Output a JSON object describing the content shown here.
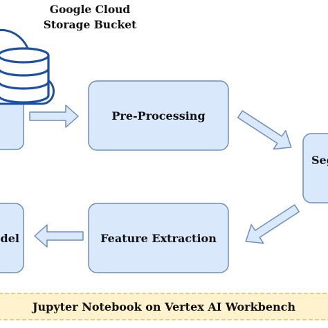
{
  "bucket": {
    "caption_line1": "Google Cloud",
    "caption_line2": "Storage Bucket"
  },
  "nodes": {
    "preprocessing": "Pre-Processing",
    "segmentation": "Seg",
    "feature_extraction": "Feature Extraction",
    "model": "del"
  },
  "footer": {
    "label": "Jupyter Notebook on Vertex AI Workbench"
  },
  "colors": {
    "box_fill": "#dae8fc",
    "box_stroke": "#6c8ebf",
    "footer_fill": "#fff2cc",
    "footer_stroke": "#d6b656",
    "text": "#111111"
  }
}
